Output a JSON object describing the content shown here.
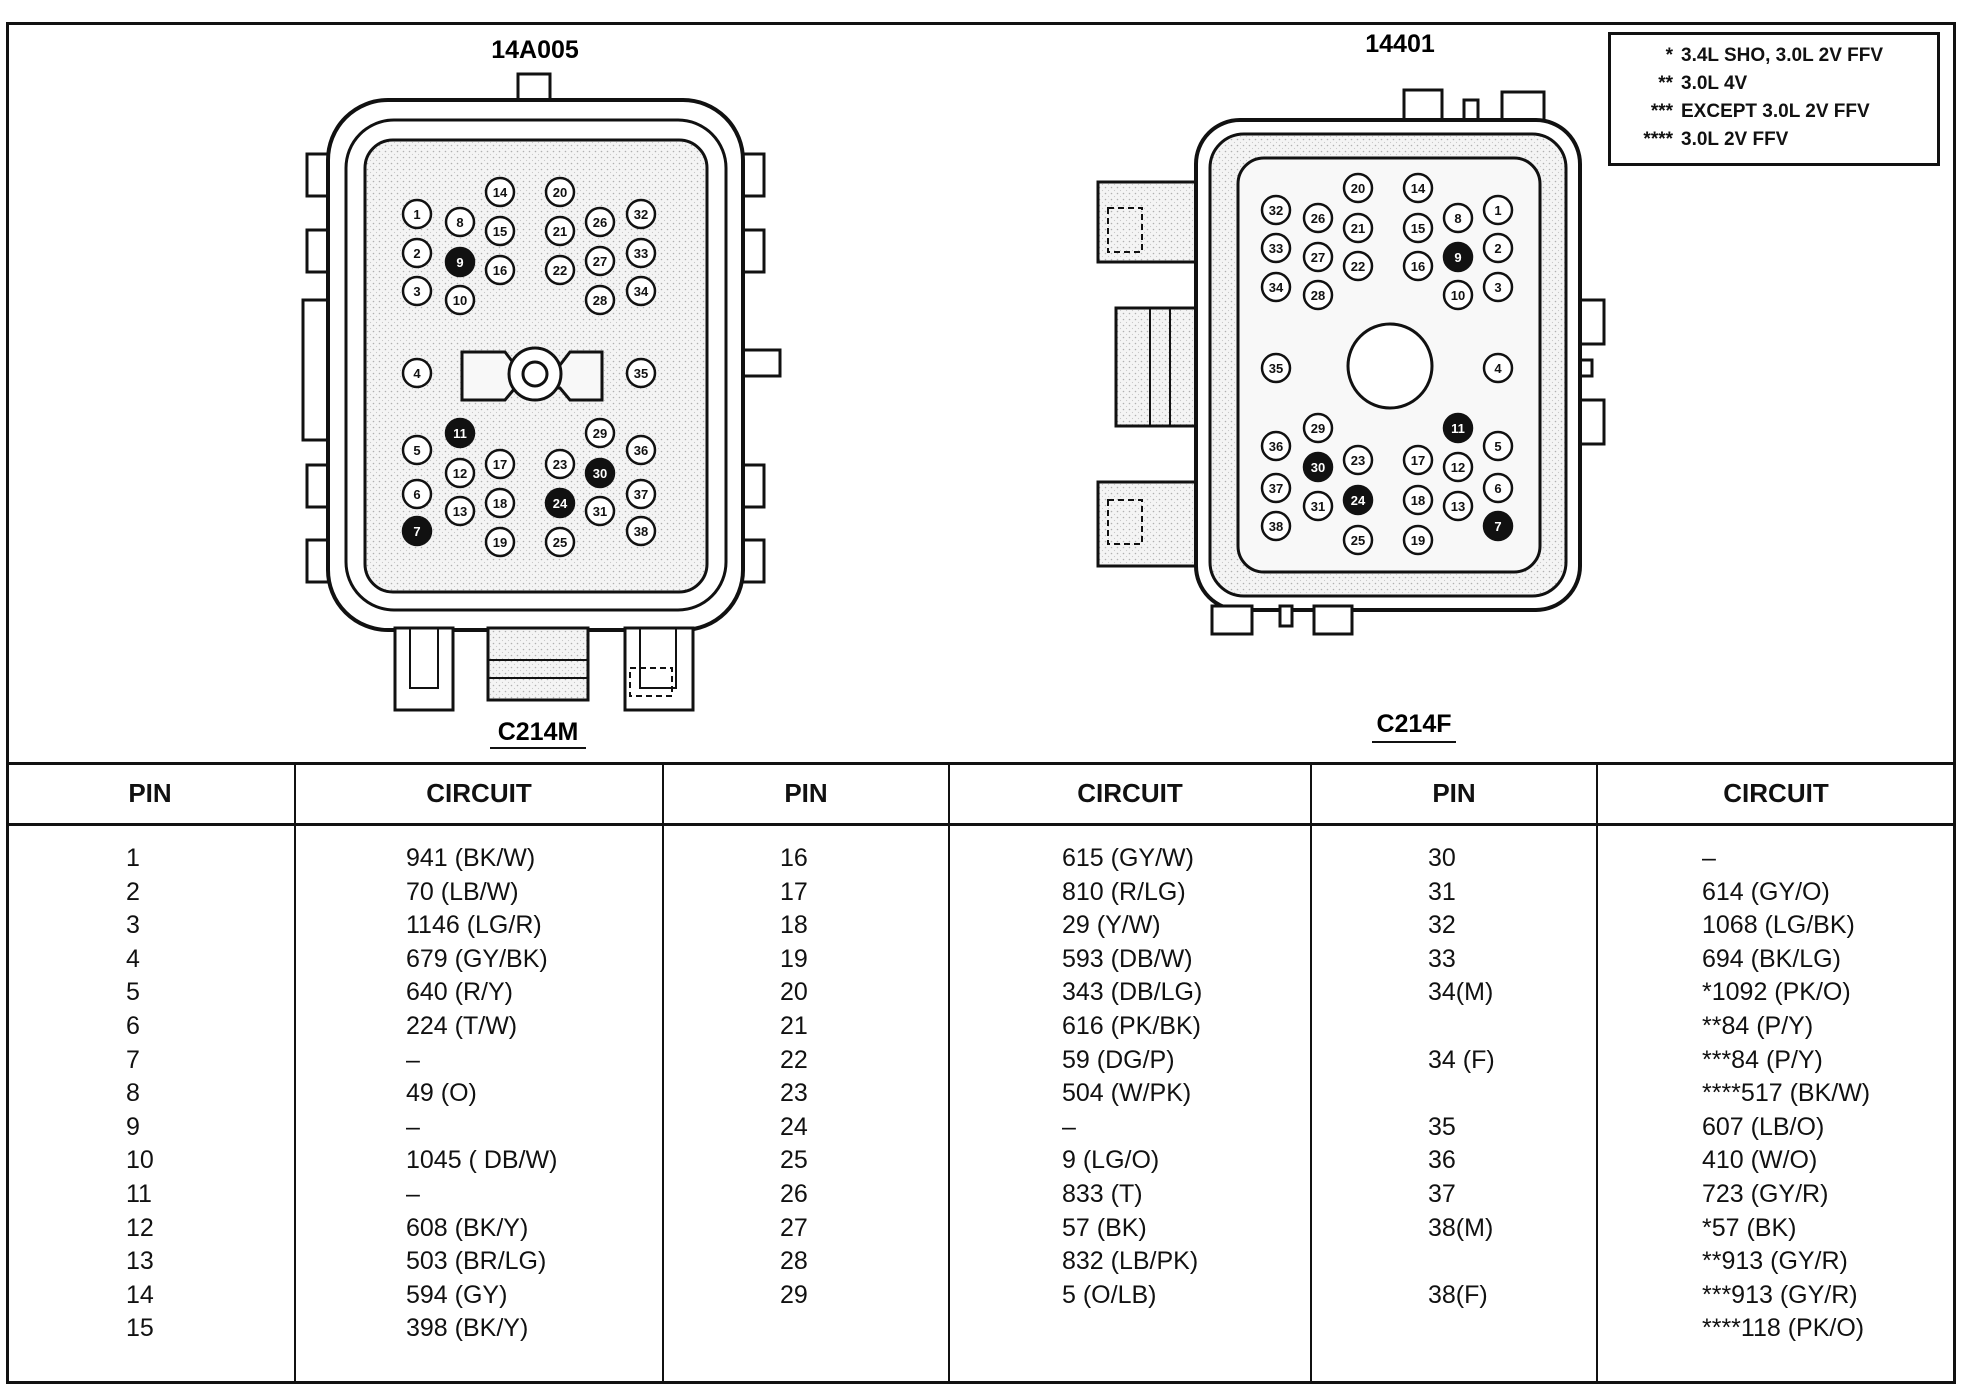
{
  "connectors": {
    "male": {
      "part_number": "14A005",
      "name": "C214M",
      "filled_pins": [
        "9",
        "11",
        "7",
        "30",
        "24"
      ]
    },
    "female": {
      "part_number": "14401",
      "name": "C214F",
      "filled_pins": [
        "9",
        "11",
        "7",
        "30",
        "24"
      ]
    }
  },
  "legend": [
    {
      "mark": "*",
      "text": "3.4L SHO, 3.0L 2V FFV"
    },
    {
      "mark": "**",
      "text": "3.0L 4V"
    },
    {
      "mark": "***",
      "text": "EXCEPT 3.0L 2V FFV"
    },
    {
      "mark": "****",
      "text": "3.0L 2V FFV"
    }
  ],
  "table": {
    "headers": [
      "PIN",
      "CIRCUIT",
      "PIN",
      "CIRCUIT",
      "PIN",
      "CIRCUIT"
    ],
    "groups": [
      {
        "pins": [
          "1",
          "2",
          "3",
          "4",
          "5",
          "6",
          "7",
          "8",
          "9",
          "10",
          "11",
          "12",
          "13",
          "14",
          "15"
        ],
        "circuits": [
          "941 (BK/W)",
          "70 (LB/W)",
          "1146 (LG/R)",
          "679 (GY/BK)",
          "640 (R/Y)",
          "224 (T/W)",
          "–",
          "49 (O)",
          "–",
          "1045 ( DB/W)",
          "–",
          "608 (BK/Y)",
          "503 (BR/LG)",
          "594 (GY)",
          "398 (BK/Y)"
        ]
      },
      {
        "pins": [
          "16",
          "17",
          "18",
          "19",
          "20",
          "21",
          "22",
          "23",
          "24",
          "25",
          "26",
          "27",
          "28",
          "29"
        ],
        "circuits": [
          "615 (GY/W)",
          "810 (R/LG)",
          "29 (Y/W)",
          "593 (DB/W)",
          "343 (DB/LG)",
          "616 (PK/BK)",
          "59 (DG/P)",
          "504 (W/PK)",
          "–",
          "9 (LG/O)",
          "833 (T)",
          "57 (BK)",
          "832 (LB/PK)",
          "5 (O/LB)"
        ]
      },
      {
        "pins": [
          "30",
          "31",
          "32",
          "33",
          "34(M)",
          "",
          "34 (F)",
          "",
          "35",
          "36",
          "37",
          "38(M)",
          "",
          "38(F)",
          ""
        ],
        "circuits": [
          "–",
          "614 (GY/O)",
          "1068 (LG/BK)",
          "694 (BK/LG)",
          "*1092 (PK/O)",
          "**84 (P/Y)",
          "***84 (P/Y)",
          "****517 (BK/W)",
          "607 (LB/O)",
          "410 (W/O)",
          "723 (GY/R)",
          "*57 (BK)",
          "**913 (GY/R)",
          "***913 (GY/R)",
          "****118 (PK/O)"
        ]
      }
    ]
  }
}
